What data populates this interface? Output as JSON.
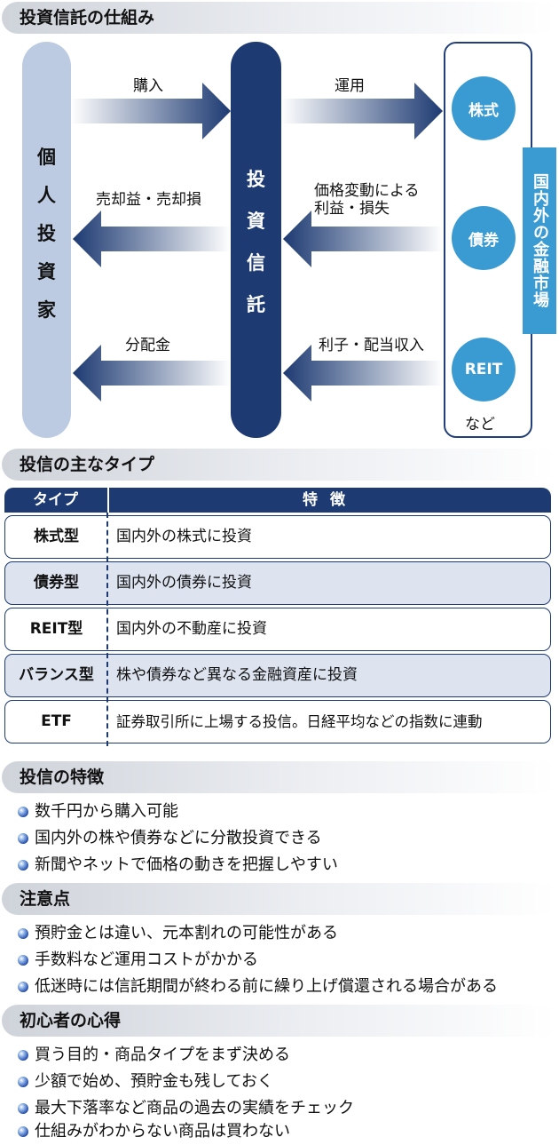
{
  "diagram": {
    "header": "投資信託の仕組み",
    "investor_chars": [
      "個",
      "人",
      "投",
      "資",
      "家"
    ],
    "trust_chars": [
      "投",
      "資",
      "信",
      "託"
    ],
    "markets": [
      "株式",
      "債券",
      "REIT"
    ],
    "markets_note": "など",
    "market_label": "国内外の金融市場",
    "arrows": {
      "purchase": "購入",
      "operation": "運用",
      "sale_gain": "売却益・売却損",
      "price_change_line1": "価格変動による",
      "price_change_line2": "利益・損失",
      "distribution": "分配金",
      "interest_income": "利子・配当収入"
    }
  },
  "types": {
    "header": "投信の主なタイプ",
    "col_type": "タイプ",
    "col_feature": "特徴",
    "rows": [
      {
        "type": "株式型",
        "feature": "国内外の株式に投資",
        "shaded": false
      },
      {
        "type": "債券型",
        "feature": "国内外の債券に投資",
        "shaded": true
      },
      {
        "type": "REIT型",
        "feature": "国内外の不動産に投資",
        "shaded": false
      },
      {
        "type": "バランス型",
        "feature": "株や債券など異なる金融資産に投資",
        "shaded": true
      },
      {
        "type": "ETF",
        "feature": "証券取引所に上場する投信。日経平均などの指数に連動",
        "shaded": false
      }
    ]
  },
  "features": {
    "header": "投信の特徴",
    "items": [
      "数千円から購入可能",
      "国内外の株や債券などに分散投資できる",
      "新聞やネットで価格の動きを把握しやすい"
    ]
  },
  "cautions": {
    "header": "注意点",
    "items": [
      "預貯金とは違い、元本割れの可能性がある",
      "手数料など運用コストがかかる",
      "低迷時には信託期間が終わる前に繰り上げ償還される場合がある"
    ]
  },
  "beginners": {
    "header": "初心者の心得",
    "items": [
      "買う目的・商品タイプをまず決める",
      "少額で始め、預貯金も残しておく",
      "最大下落率など商品の過去の実績をチェック",
      "仕組みがわからない商品は買わない"
    ]
  },
  "colors": {
    "navy": "#1d3a72",
    "light_blue": "#bccbe2",
    "cyan": "#3a9bd3",
    "row_shade": "#dde4f0"
  }
}
